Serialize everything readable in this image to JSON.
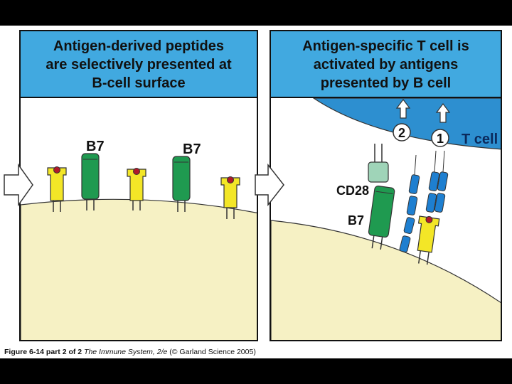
{
  "left_panel": {
    "title_lines": [
      "Antigen-derived peptides",
      "are selectively presented at",
      "B-cell surface"
    ],
    "b7_label_1": "B7",
    "b7_label_2": "B7"
  },
  "right_panel": {
    "title_lines": [
      "Antigen-specific T cell is",
      "activated by antigens",
      "presented by B cell"
    ],
    "signal_2": "2",
    "signal_1": "1",
    "t_cell_label": "T cell",
    "cd28_label": "CD28",
    "b7_label": "B7"
  },
  "caption": {
    "figure": "Figure 6-14 part 2 of 2",
    "book": "The Immune System, 2/e",
    "credit": "(© Garland Science 2005)"
  },
  "colors": {
    "header_blue": "#41a9e0",
    "t_cell_blue": "#2d8fd0",
    "b_cell_cream": "#f6f1c4",
    "mhc_yellow": "#f3e627",
    "b7_green": "#1f9a50",
    "cd28_mint": "#9fd4b8",
    "tcr_blue": "#1e7fd0",
    "peptide_red": "#b01a2a"
  }
}
